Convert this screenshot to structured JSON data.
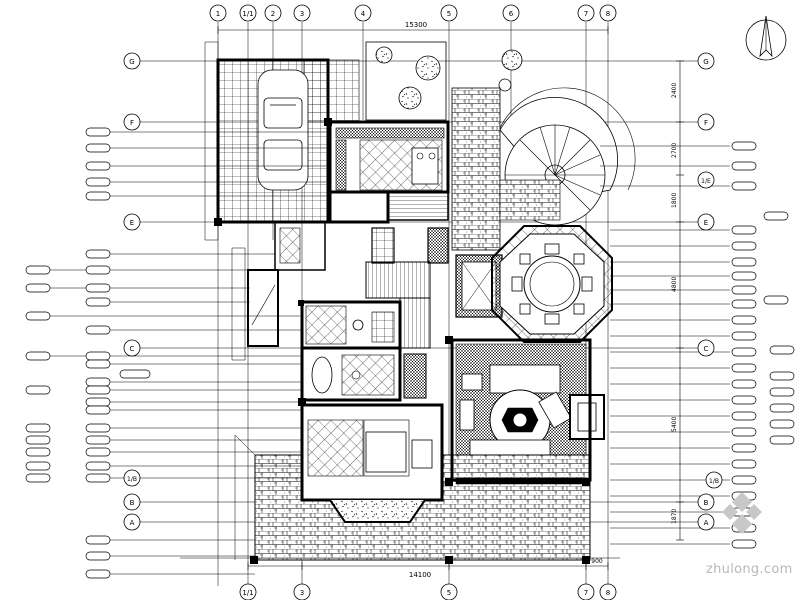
{
  "plan": {
    "top_dimension": "15300",
    "bottom_dimension": "14100",
    "bottom_right_dimension": "900",
    "right_dimensions": [
      "2400",
      "2700",
      "1800",
      "4800",
      "5400",
      "1870"
    ],
    "grid_columns_top": [
      "1",
      "1/1",
      "2",
      "3",
      "4",
      "5",
      "6",
      "7",
      "8"
    ],
    "grid_columns_bottom": [
      "1/1",
      "3",
      "5",
      "7",
      "8"
    ],
    "grid_rows_left": [
      "G",
      "F",
      "E",
      "C",
      "1/B",
      "B",
      "A"
    ],
    "grid_rows_right": [
      "G",
      "F",
      "1/E",
      "E",
      "C",
      "1/B",
      "B",
      "A"
    ]
  },
  "watermark": {
    "logo_text": "zhulong.com"
  },
  "colors": {
    "line": "#000000",
    "watermark": "#b8b8b8",
    "background": "#ffffff"
  }
}
